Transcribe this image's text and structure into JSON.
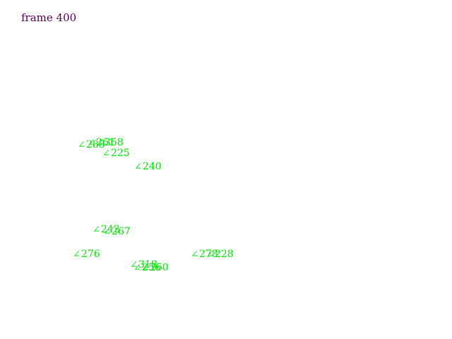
{
  "frame": {
    "label": "frame 400",
    "color": "#660066"
  },
  "markers": {
    "color": "#00ee00",
    "glyph": "hook",
    "items": [
      {
        "id": "285"
      },
      {
        "id": "261"
      },
      {
        "id": "358"
      },
      {
        "id": "225"
      },
      {
        "id": "240"
      },
      {
        "id": "242"
      },
      {
        "id": "267"
      },
      {
        "id": "276"
      },
      {
        "id": "278"
      },
      {
        "id": "228"
      },
      {
        "id": "318"
      },
      {
        "id": "256"
      },
      {
        "id": "260"
      }
    ]
  }
}
